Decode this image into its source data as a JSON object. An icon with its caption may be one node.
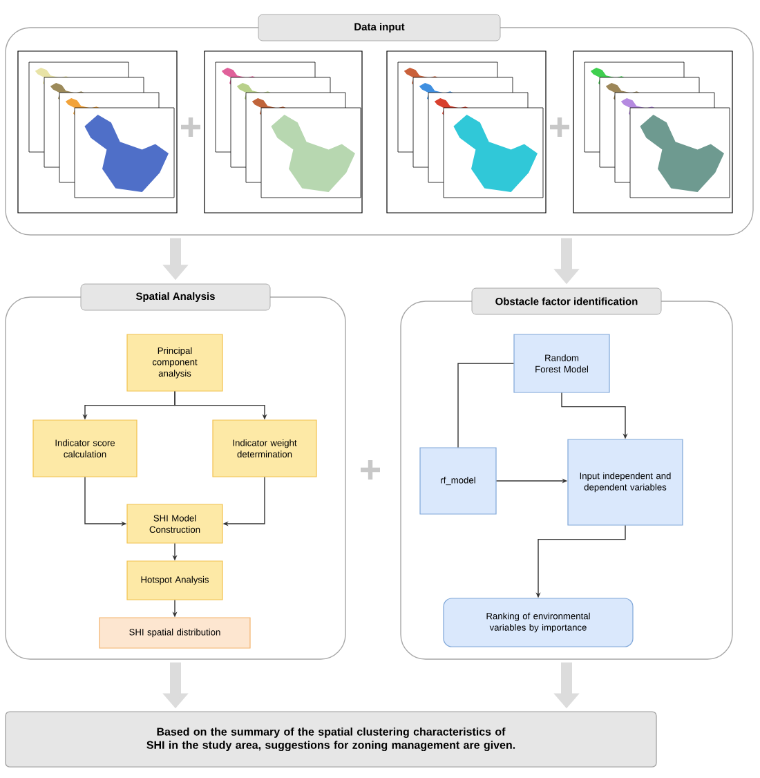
{
  "diagram": {
    "nodes": [
      {
        "text": [
          "Data input"
        ]
      },
      {
        "text": [],
        "shape": "picture",
        "in": 0
      },
      {
        "text": [],
        "shape": "picture",
        "in": 0
      },
      {
        "text": [],
        "shape": "picture",
        "in": 0
      },
      {
        "text": [],
        "shape": "picture",
        "in": 0
      },
      {
        "text": [
          "Spatial Analysis"
        ]
      },
      {
        "text": [
          "Principal component analysis"
        ],
        "in": 5
      },
      {
        "text": [
          "Indicator score calculation"
        ],
        "in": 5
      },
      {
        "text": [
          "Indicator weight determination"
        ],
        "in": 5
      },
      {
        "text": [
          "SHI Model Construction"
        ],
        "in": 5
      },
      {
        "text": [
          "Hotspot Analysis"
        ],
        "in": 5
      },
      {
        "text": [
          "SHI spatial distribution"
        ],
        "in": 5
      },
      {
        "text": [
          "Obstacle factor identification"
        ]
      },
      {
        "text": [
          "Random Forest Model"
        ],
        "in": 12
      },
      {
        "text": [
          "rf_model"
        ],
        "in": 12
      },
      {
        "text": [
          "Input independent and dependent variables"
        ],
        "in": 12
      },
      {
        "text": [
          "Ranking of environmental variables by importance"
        ],
        "in": 12
      },
      {
        "text": [
          "Based on the summary of the spatial clustering characteristics of SHI in the study area, suggestions for zoning management are given."
        ]
      }
    ],
    "edges": [
      {
        "from": 0,
        "to": 5,
        "arrow": "to",
        "style": "thick",
        "color": "#dcdcdc"
      },
      {
        "from": 0,
        "to": 12,
        "arrow": "to",
        "style": "thick",
        "color": "#dcdcdc"
      },
      {
        "from": 6,
        "to": 7,
        "arrow": "to"
      },
      {
        "from": 6,
        "to": 8,
        "arrow": "to"
      },
      {
        "from": 7,
        "to": 9,
        "arrow": "to"
      },
      {
        "from": 8,
        "to": 9,
        "arrow": "to"
      },
      {
        "from": 9,
        "to": 10,
        "arrow": "to"
      },
      {
        "from": 10,
        "to": 11,
        "arrow": "to"
      },
      {
        "from": 14,
        "to": 13,
        "arrow": "none"
      },
      {
        "from": 13,
        "to": 15,
        "arrow": "to"
      },
      {
        "from": 14,
        "to": 15,
        "arrow": "to"
      },
      {
        "from": 15,
        "to": 16,
        "arrow": "to"
      },
      {
        "from": 5,
        "to": 17,
        "arrow": "to",
        "style": "thick",
        "color": "#dcdcdc"
      },
      {
        "from": 12,
        "to": 17,
        "arrow": "to",
        "style": "thick",
        "color": "#dcdcdc"
      }
    ]
  }
}
